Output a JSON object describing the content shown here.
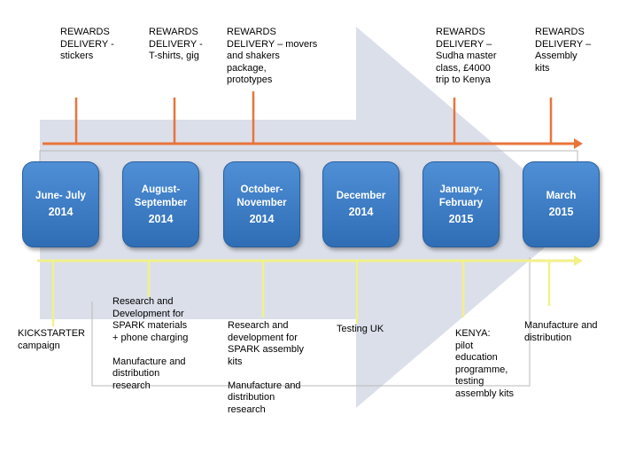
{
  "rewards": [
    {
      "text": "REWARDS\nDELIVERY -\nstickers"
    },
    {
      "text": "REWARDS\nDELIVERY  -\nT-shirts, gig"
    },
    {
      "text": "REWARDS\nDELIVERY – movers\nand shakers\npackage,\nprototypes"
    },
    {
      "text": "REWARDS\nDELIVERY –\nSudha master\nclass, £4000\ntrip to Kenya"
    },
    {
      "text": "REWARDS\nDELIVERY –\nAssembly\nkits"
    }
  ],
  "periods": [
    {
      "range": "June- July",
      "year": "2014"
    },
    {
      "range": "August-\nSeptember",
      "year": "2014"
    },
    {
      "range": "October-\nNovember",
      "year": "2014"
    },
    {
      "range": "December",
      "year": "2014"
    },
    {
      "range": "January-\nFebruary",
      "year": "2015"
    },
    {
      "range": "March",
      "year": "2015"
    }
  ],
  "activities": [
    {
      "text": "KICKSTARTER\ncampaign"
    },
    {
      "text": "Research and\nDevelopment for\nSPARK materials\n+ phone charging\n\nManufacture and\ndistribution\nresearch"
    },
    {
      "text": "Research and\ndevelopment for\nSPARK assembly\nkits\n\nManufacture and\ndistribution\nresearch"
    },
    {
      "text": "Testing UK"
    },
    {
      "text": "KENYA:\npilot\neducation\nprogramme,\ntesting\nassembly kits"
    },
    {
      "text": "Manufacture and\ndistribution"
    }
  ],
  "colors": {
    "rewards_line": "#e8743b",
    "activity_line": "#f2f08a",
    "box": "#3a7cc4",
    "arrow": "#d6dce8"
  }
}
